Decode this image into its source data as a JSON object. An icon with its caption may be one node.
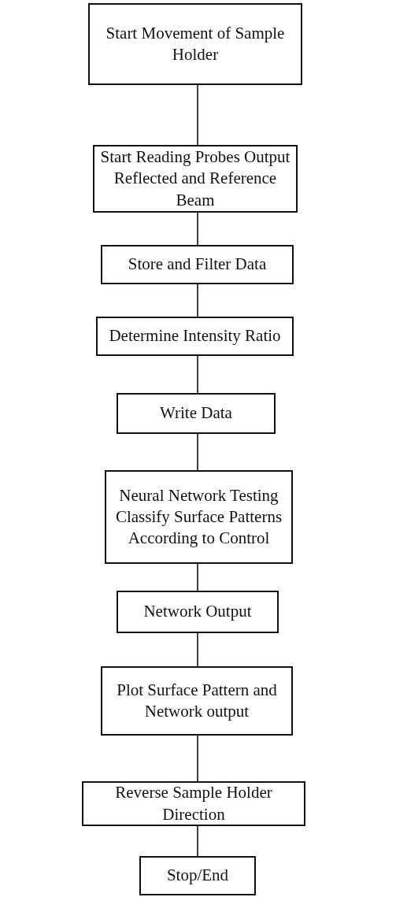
{
  "diagram": {
    "nodes": [
      {
        "text": [
          "Start Movement of Sample Holder"
        ]
      },
      {
        "text": [
          "Start Reading Probes Output Reflected and Reference Beam"
        ]
      },
      {
        "text": [
          "Store and Filter Data"
        ]
      },
      {
        "text": [
          "Determine Intensity Ratio"
        ]
      },
      {
        "text": [
          "Write Data"
        ]
      },
      {
        "text": [
          "Neural Network Testing Classify Surface Patterns According to Control"
        ]
      },
      {
        "text": [
          "Network Output"
        ]
      },
      {
        "text": [
          "Plot Surface Pattern and Network output"
        ]
      },
      {
        "text": [
          "Reverse Sample Holder Direction"
        ]
      },
      {
        "text": [
          "Stop/End"
        ]
      }
    ],
    "edges": [
      {
        "from": 0,
        "to": 1,
        "arrow": "none"
      },
      {
        "from": 1,
        "to": 2,
        "arrow": "none"
      },
      {
        "from": 2,
        "to": 3,
        "arrow": "none"
      },
      {
        "from": 3,
        "to": 4,
        "arrow": "none"
      },
      {
        "from": 4,
        "to": 5,
        "arrow": "none"
      },
      {
        "from": 5,
        "to": 6,
        "arrow": "none"
      },
      {
        "from": 6,
        "to": 7,
        "arrow": "none"
      },
      {
        "from": 7,
        "to": 8,
        "arrow": "none"
      },
      {
        "from": 8,
        "to": 9,
        "arrow": "none"
      }
    ]
  }
}
